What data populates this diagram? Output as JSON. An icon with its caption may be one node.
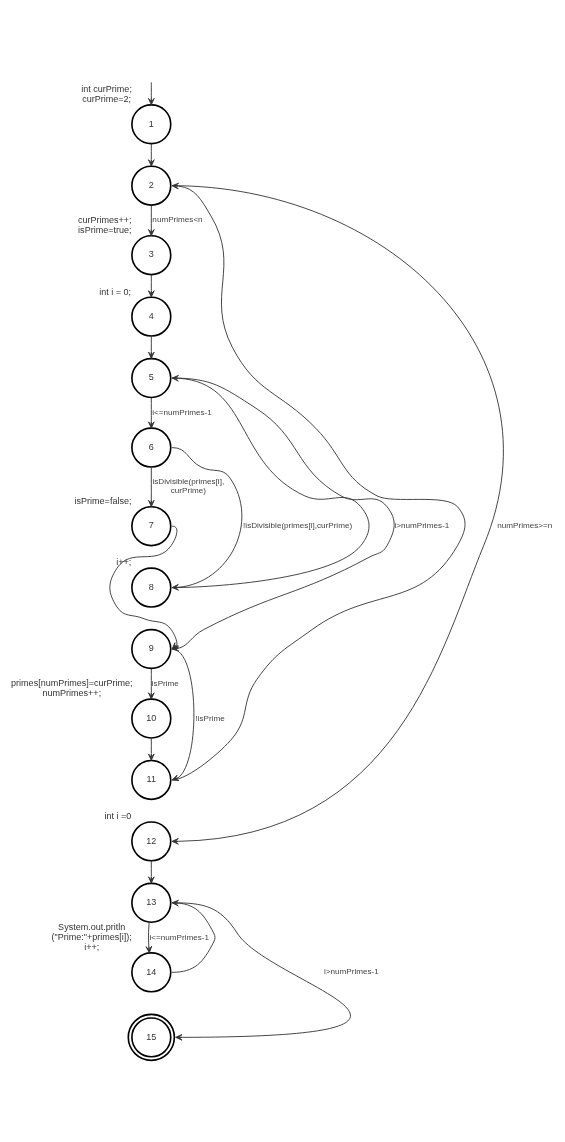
{
  "diagram": {
    "nodes": [
      {
        "text": [
          "1"
        ],
        "beside": [
          "int curPrime;",
          "curPrime=2;"
        ]
      },
      {
        "text": [
          "2"
        ]
      },
      {
        "text": [
          "3"
        ],
        "beside": [
          "curPrimes++; isPrime=true;"
        ]
      },
      {
        "text": [
          "4"
        ],
        "beside": [
          "int i = 0;"
        ]
      },
      {
        "text": [
          "5"
        ]
      },
      {
        "text": [
          "6"
        ]
      },
      {
        "text": [
          "7"
        ],
        "beside": [
          "isPrime=false;"
        ]
      },
      {
        "text": [
          "8"
        ],
        "beside": [
          "i++;"
        ]
      },
      {
        "text": [
          "9"
        ]
      },
      {
        "text": [
          "10"
        ],
        "beside": [
          "primes[numPrimes]=curPrime; numPrimes++;"
        ]
      },
      {
        "text": [
          "11"
        ]
      },
      {
        "text": [
          "12"
        ],
        "beside": [
          "int i =0"
        ]
      },
      {
        "text": [
          "13"
        ]
      },
      {
        "text": [
          "14"
        ],
        "beside": [
          "System.out.pritln (\"Prime:\"+primes[i]); i++;"
        ]
      },
      {
        "text": [
          "15"
        ]
      }
    ],
    "edges": [
      {
        "from": null,
        "to": 0,
        "arrow": "to"
      },
      {
        "from": 0,
        "to": 1,
        "arrow": "to"
      },
      {
        "from": 1,
        "to": 2,
        "arrow": "to",
        "label": "numPrimes<n"
      },
      {
        "from": 1,
        "to": 11,
        "arrow": "to",
        "label": "numPrimes>=n"
      },
      {
        "from": 2,
        "to": 3,
        "arrow": "to"
      },
      {
        "from": 3,
        "to": 4,
        "arrow": "to"
      },
      {
        "from": 4,
        "to": 5,
        "arrow": "to",
        "label": "i<=numPrimes-1"
      },
      {
        "from": 4,
        "to": 8,
        "arrow": "to",
        "label": "i>numPrimes-1"
      },
      {
        "from": 5,
        "to": 6,
        "arrow": "to",
        "label": "isDivisible(primes[i], curPrime)"
      },
      {
        "from": 5,
        "to": 7,
        "arrow": "to",
        "label": "!isDivisible(primes[i],curPrime)"
      },
      {
        "from": 6,
        "to": 8,
        "arrow": "to"
      },
      {
        "from": 7,
        "to": 4,
        "arrow": "to"
      },
      {
        "from": 8,
        "to": 9,
        "arrow": "to",
        "label": "isPrime"
      },
      {
        "from": 8,
        "to": 10,
        "arrow": "to",
        "label": "!isPrime"
      },
      {
        "from": 9,
        "to": 10,
        "arrow": "to"
      },
      {
        "from": 10,
        "to": 1,
        "arrow": "to"
      },
      {
        "from": 11,
        "to": 12,
        "arrow": "to"
      },
      {
        "from": 12,
        "to": 13,
        "arrow": "to",
        "label": "i<=numPrimes-1"
      },
      {
        "from": 12,
        "to": 14,
        "arrow": "to",
        "label": "i>numPrimes-1"
      },
      {
        "from": 13,
        "to": 12,
        "arrow": "to"
      }
    ]
  }
}
